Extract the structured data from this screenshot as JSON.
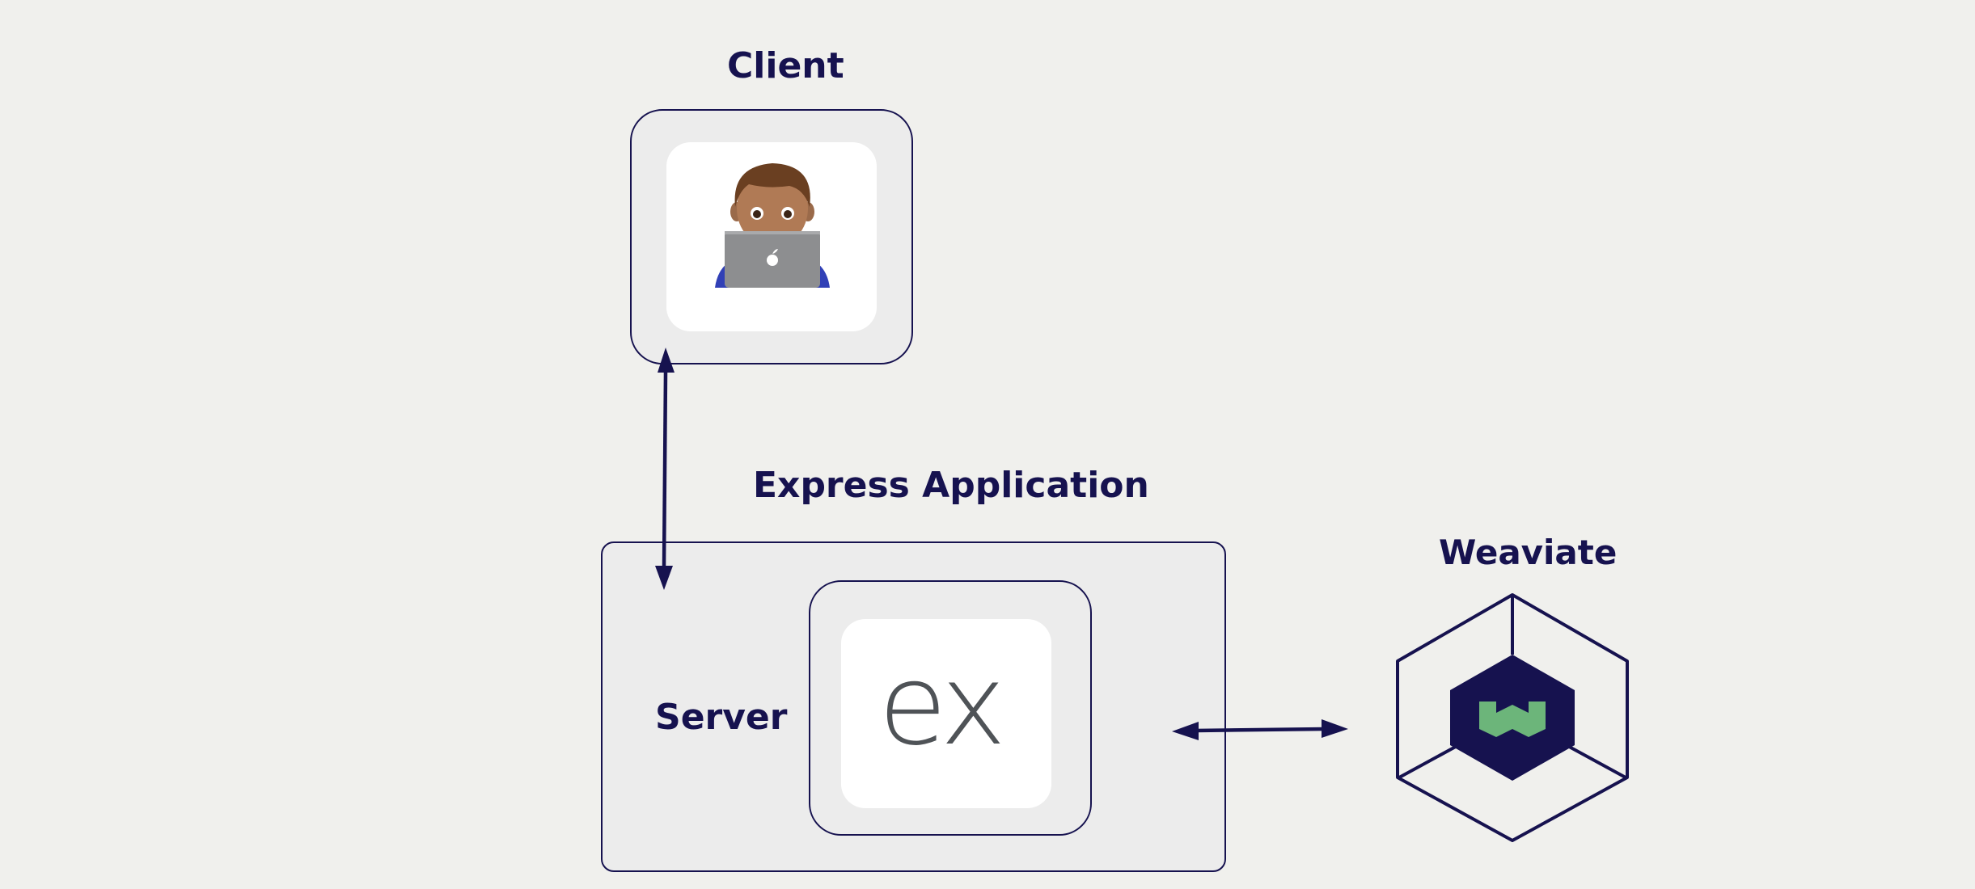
{
  "client": {
    "title": "Client",
    "icon": "developer-with-laptop-icon"
  },
  "express": {
    "title": "Express Application",
    "server_label": "Server",
    "logo_text": "ex",
    "icon": "express-logo-icon"
  },
  "weaviate": {
    "title": "Weaviate",
    "icon": "weaviate-logo-icon"
  },
  "colors": {
    "ink": "#16124f",
    "background": "#f0f0ed",
    "panel": "#ececec",
    "tile": "#ffffff",
    "weaviate_green": "#6cb57a",
    "express_logo": "#4f5357"
  }
}
